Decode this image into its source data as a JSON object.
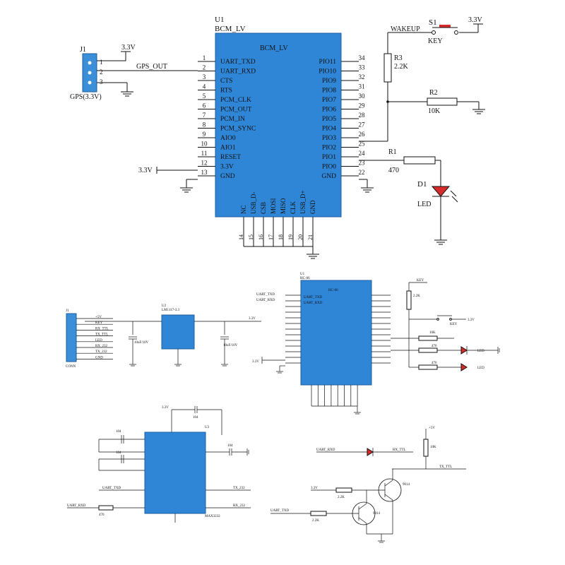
{
  "u1": {
    "ref": "U1",
    "part_top": "BCM_LV",
    "part_in": "BCM_LV",
    "left_pins": [
      {
        "num": "1",
        "name": "UART_TXD"
      },
      {
        "num": "2",
        "name": "UART_RXD"
      },
      {
        "num": "3",
        "name": "CTS"
      },
      {
        "num": "4",
        "name": "RTS"
      },
      {
        "num": "5",
        "name": "PCM_CLK"
      },
      {
        "num": "6",
        "name": "PCM_OUT"
      },
      {
        "num": "7",
        "name": "PCM_IN"
      },
      {
        "num": "8",
        "name": "PCM_SYNC"
      },
      {
        "num": "9",
        "name": "AIO0"
      },
      {
        "num": "10",
        "name": "AIO1"
      },
      {
        "num": "11",
        "name": "RESET"
      },
      {
        "num": "12",
        "name": "3.3V"
      },
      {
        "num": "13",
        "name": "GND"
      }
    ],
    "right_pins": [
      {
        "num": "34",
        "name": "PIO11"
      },
      {
        "num": "33",
        "name": "PIO10"
      },
      {
        "num": "32",
        "name": "PIO9"
      },
      {
        "num": "31",
        "name": "PIO8"
      },
      {
        "num": "30",
        "name": "PIO7"
      },
      {
        "num": "29",
        "name": "PIO6"
      },
      {
        "num": "28",
        "name": "PIO5"
      },
      {
        "num": "27",
        "name": "PIO4"
      },
      {
        "num": "26",
        "name": "PIO3"
      },
      {
        "num": "25",
        "name": "PIO2"
      },
      {
        "num": "24",
        "name": "PIO1"
      },
      {
        "num": "23",
        "name": "PIO0"
      },
      {
        "num": "22",
        "name": "GND"
      }
    ],
    "bottom_pins": [
      {
        "num": "14",
        "name": "NC"
      },
      {
        "num": "15",
        "name": "USB_D-"
      },
      {
        "num": "16",
        "name": "CSB"
      },
      {
        "num": "17",
        "name": "MOSI"
      },
      {
        "num": "18",
        "name": "MISO"
      },
      {
        "num": "19",
        "name": "CLK"
      },
      {
        "num": "20",
        "name": "USB_D+"
      },
      {
        "num": "21",
        "name": "GND"
      }
    ]
  },
  "j1": {
    "ref": "J1",
    "label": "GPS(3.3V)",
    "pins": [
      "1",
      "2",
      "3"
    ],
    "net_out": "GPS_OUT",
    "vcc": "3.3V"
  },
  "vcc_label": "3.3V",
  "s1": {
    "ref": "S1",
    "net": "WAKEUP",
    "label": "KEY",
    "vcc": "3.3V"
  },
  "r3": {
    "ref": "R3",
    "value": "2.2K"
  },
  "r2": {
    "ref": "R2",
    "value": "10K"
  },
  "r1": {
    "ref": "R1",
    "value": "470"
  },
  "d1": {
    "ref": "D1",
    "label": "LED"
  },
  "bottom": {
    "hc_ref": "U1",
    "hc_part": "HC-06",
    "hc_left": [
      "UART_TXD",
      "UART_RXD"
    ],
    "key_net": "KEY",
    "vcc": "3.3V",
    "vcc_small": "+5V",
    "reg_ref": "U2",
    "reg_part": "LM1117-3.3",
    "conn_ref": "J1",
    "conn_label": "CONN",
    "conn_pins": [
      "+5V",
      "KEY",
      "RX_TTL",
      "TX_TTL",
      "LED",
      "RX_232",
      "TX_232",
      "GND"
    ],
    "max_ref": "U3",
    "max_part": "MAX3232",
    "net_uart_txd": "UART_TXD",
    "net_uart_rxd": "UART_RXD",
    "net_tx_232": "TX_232",
    "net_rx_232": "RX_232",
    "net_rx_ttl": "RX_TTL",
    "net_tx_ttl": "TX_TTL",
    "led": "LED",
    "r_values": [
      "470",
      "2.2K",
      "10K",
      "2.2K",
      "10K"
    ],
    "q_parts": [
      "9014",
      "9014"
    ],
    "cap_values": [
      "104",
      "104",
      "104",
      "104",
      "10uF/10V"
    ]
  }
}
